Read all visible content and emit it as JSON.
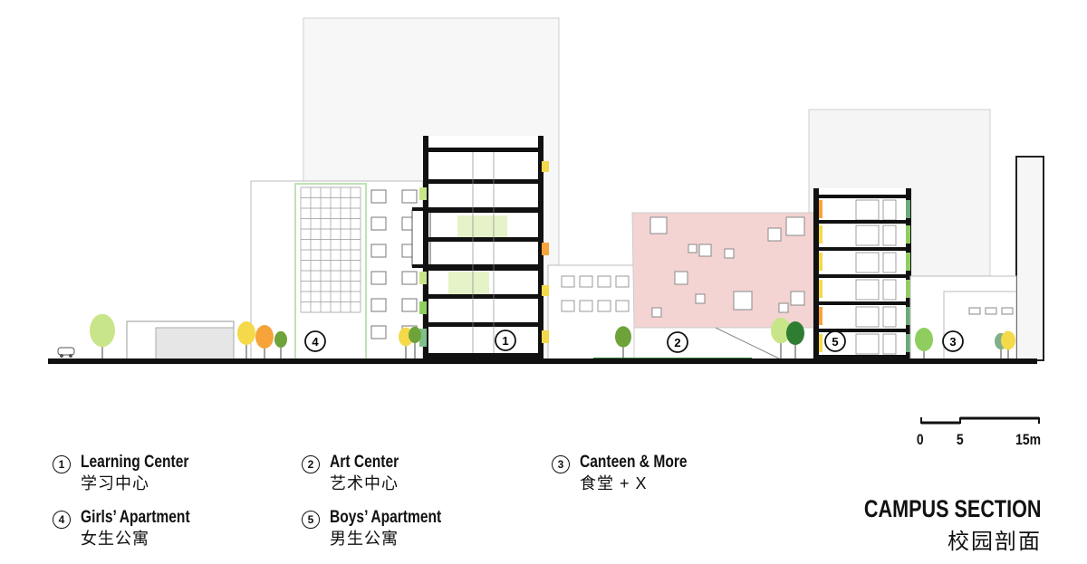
{
  "section_markers": [
    "1",
    "2",
    "3",
    "4",
    "5"
  ],
  "legend": [
    {
      "num": "1",
      "en": "Learning Center",
      "zh": "学习中心"
    },
    {
      "num": "2",
      "en": "Art Center",
      "zh": "艺术中心"
    },
    {
      "num": "3",
      "en": "Canteen & More",
      "zh": "食堂 + X"
    },
    {
      "num": "4",
      "en": "Girls’ Apartment",
      "zh": "女生公寓"
    },
    {
      "num": "5",
      "en": "Boys’ Apartment",
      "zh": "男生公寓"
    }
  ],
  "scale_bar": {
    "labels": [
      "0",
      "5",
      "15m"
    ]
  },
  "title": {
    "en": "CAMPUS SECTION",
    "zh": "校园剖面"
  },
  "colors": {
    "art_center": "#f4d3d3",
    "glass_green": "#bfe3b6",
    "lime": "#c9e58a",
    "orange": "#f6a33c",
    "yellow": "#f4d94a",
    "ground": "#111111"
  }
}
